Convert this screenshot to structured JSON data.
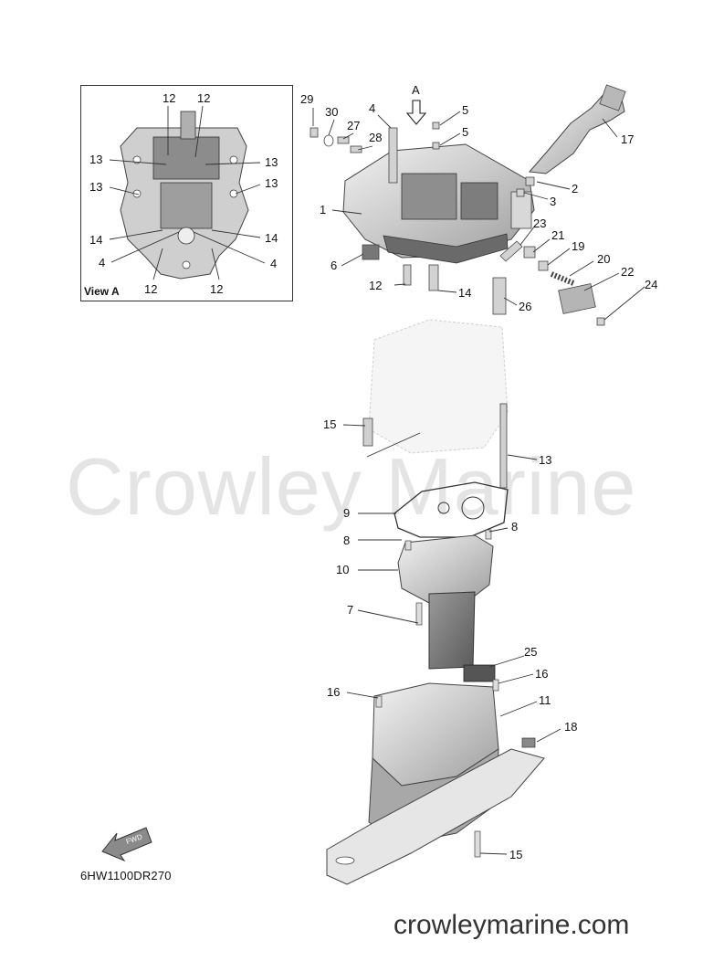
{
  "view_label": "View A",
  "view_arrow_label": "A",
  "diagram_code": "6HW1100DR270",
  "fwd_label": "FWD",
  "watermark": "Crowley Marine",
  "site": "crowleymarine.com",
  "callouts": {
    "c1": "1",
    "c2": "2",
    "c3": "3",
    "c4": "4",
    "c5a": "5",
    "c5b": "5",
    "c6": "6",
    "c7": "7",
    "c8a": "8",
    "c8b": "8",
    "c9": "9",
    "c10": "10",
    "c11": "11",
    "c12": "12",
    "c13": "13",
    "c14": "14",
    "c15a": "15",
    "c15b": "15",
    "c16a": "16",
    "c16b": "16",
    "c17": "17",
    "c18": "18",
    "c19": "19",
    "c20": "20",
    "c21": "21",
    "c22": "22",
    "c23": "23",
    "c24": "24",
    "c25": "25",
    "c26": "26",
    "c27": "27",
    "c28": "28",
    "c29": "29",
    "c30": "30"
  },
  "inset_callouts": {
    "i12a": "12",
    "i12b": "12",
    "i12c": "12",
    "i12d": "12",
    "i13a": "13",
    "i13b": "13",
    "i13c": "13",
    "i13d": "13",
    "i14a": "14",
    "i14b": "14",
    "i4a": "4",
    "i4b": "4"
  }
}
